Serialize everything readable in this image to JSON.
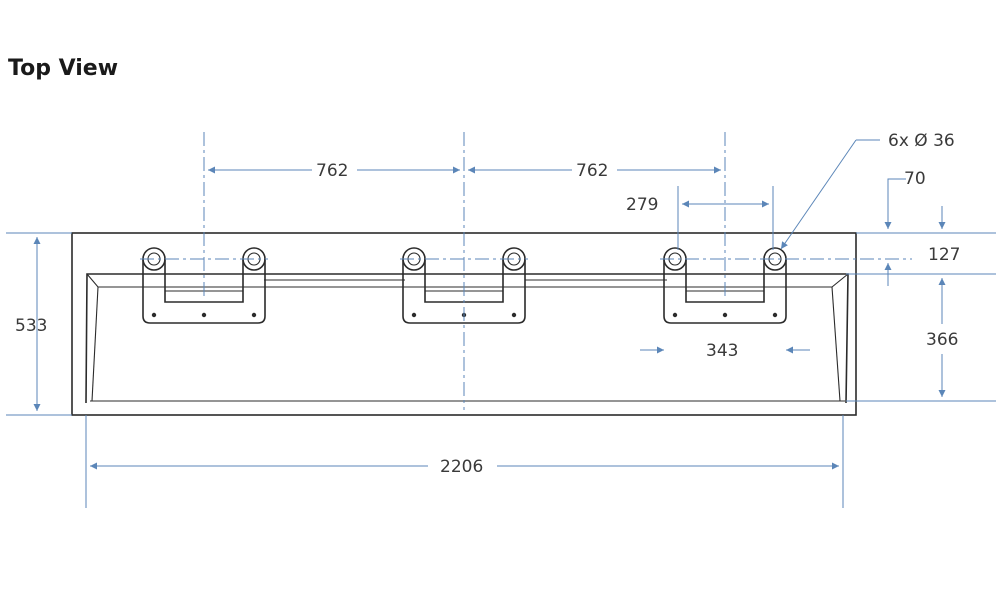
{
  "title": "Top View",
  "colors": {
    "outline": "#2b2b2b",
    "dimension": "#5b86b8",
    "text": "#3a3a3a"
  },
  "dimensions": {
    "overall_depth": "533",
    "bowl_depth": "366",
    "top_offset": "70",
    "hole_row_offset": "127",
    "tap_spacing_left": "762",
    "tap_spacing_right": "762",
    "hole_spacing": "279",
    "station_width": "343",
    "bowl_length": "2206",
    "hole_callout": "6x Ø 36"
  }
}
